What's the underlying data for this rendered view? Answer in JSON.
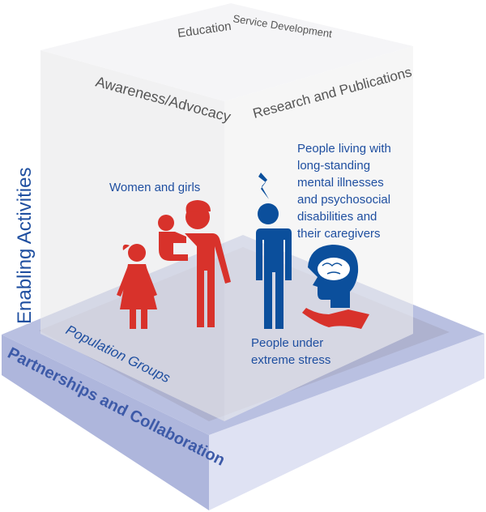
{
  "activities": {
    "education": "Education",
    "service_development": "Service Development",
    "awareness": "Awareness/Advocacy",
    "research": "Research and Publications"
  },
  "axis_labels": {
    "enabling": "Enabling Activities",
    "population": "Population Groups",
    "partnerships": "Partnerships and Collaboration"
  },
  "groups": {
    "women": "Women and girls",
    "mental_lines": [
      "People living with",
      "long-standing",
      "mental illnesses",
      "and psychosocial",
      "disabilities and",
      "their caregivers"
    ],
    "stress_lines": [
      "People under",
      "extreme stress"
    ]
  },
  "colors": {
    "red": "#d8322b",
    "blue": "#0b4f9c",
    "slab": "#b8c0e0"
  }
}
